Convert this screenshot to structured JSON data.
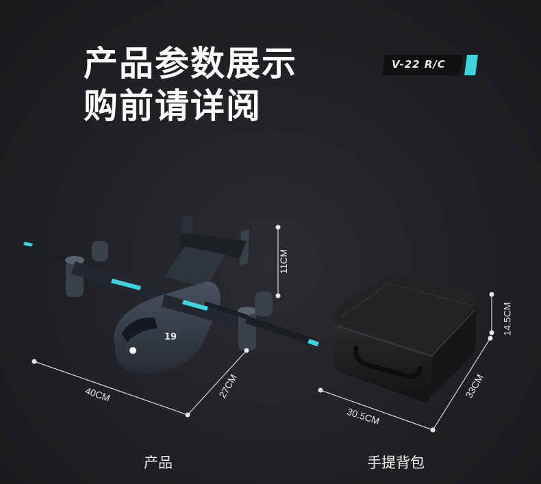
{
  "title": {
    "line1": "产品参数展示",
    "line2": "购前请详阅"
  },
  "badge": {
    "text": "V-22 R/C",
    "accent_color": "#3fd3e0"
  },
  "product": {
    "caption": "产品",
    "length": "40CM",
    "width": "27CM",
    "height": "11CM",
    "nose_label": "19"
  },
  "bag": {
    "caption": "手提背包",
    "length": "30.5CM",
    "width": "33CM",
    "height": "14.5CM"
  },
  "colors": {
    "accent": "#3fd3e0",
    "background": "#1f2124"
  }
}
